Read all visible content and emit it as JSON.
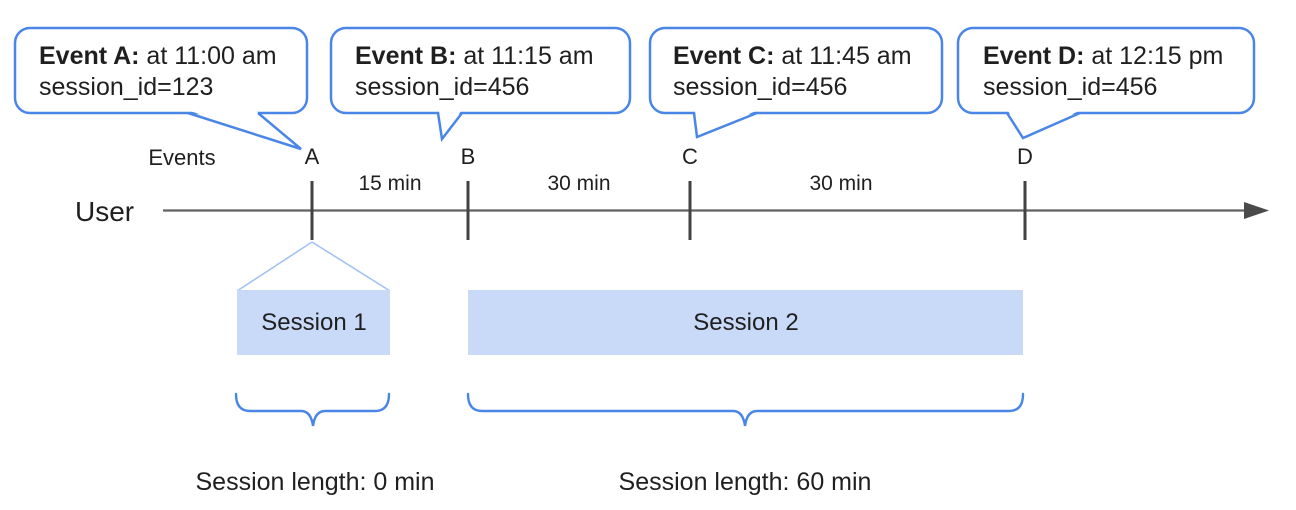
{
  "axis": {
    "events_label": "Events",
    "user_label": "User"
  },
  "events": [
    {
      "label": "A",
      "callout_title": "Event A:",
      "callout_detail": " at 11:00 am",
      "callout_session": "session_id=123"
    },
    {
      "label": "B",
      "callout_title": "Event B:",
      "callout_detail": " at 11:15 am",
      "callout_session": "session_id=456"
    },
    {
      "label": "C",
      "callout_title": "Event C:",
      "callout_detail": " at 11:45 am",
      "callout_session": "session_id=456"
    },
    {
      "label": "D",
      "callout_title": "Event D:",
      "callout_detail": " at 12:15 pm",
      "callout_session": "session_id=456"
    }
  ],
  "intervals": [
    {
      "label": "15 min"
    },
    {
      "label": "30 min"
    },
    {
      "label": "30 min"
    }
  ],
  "sessions": [
    {
      "label": "Session 1",
      "length_label": "Session length: 0 min"
    },
    {
      "label": "Session 2",
      "length_label": "Session length: 60 min"
    }
  ],
  "colors": {
    "callout_border": "#4a86e8",
    "brace": "#4a86e8",
    "session_fill": "#c9daf8",
    "zoom_lines": "#a4c2f4",
    "timeline": "#616161",
    "tick": "#424242",
    "text": "#1f1f1f"
  }
}
